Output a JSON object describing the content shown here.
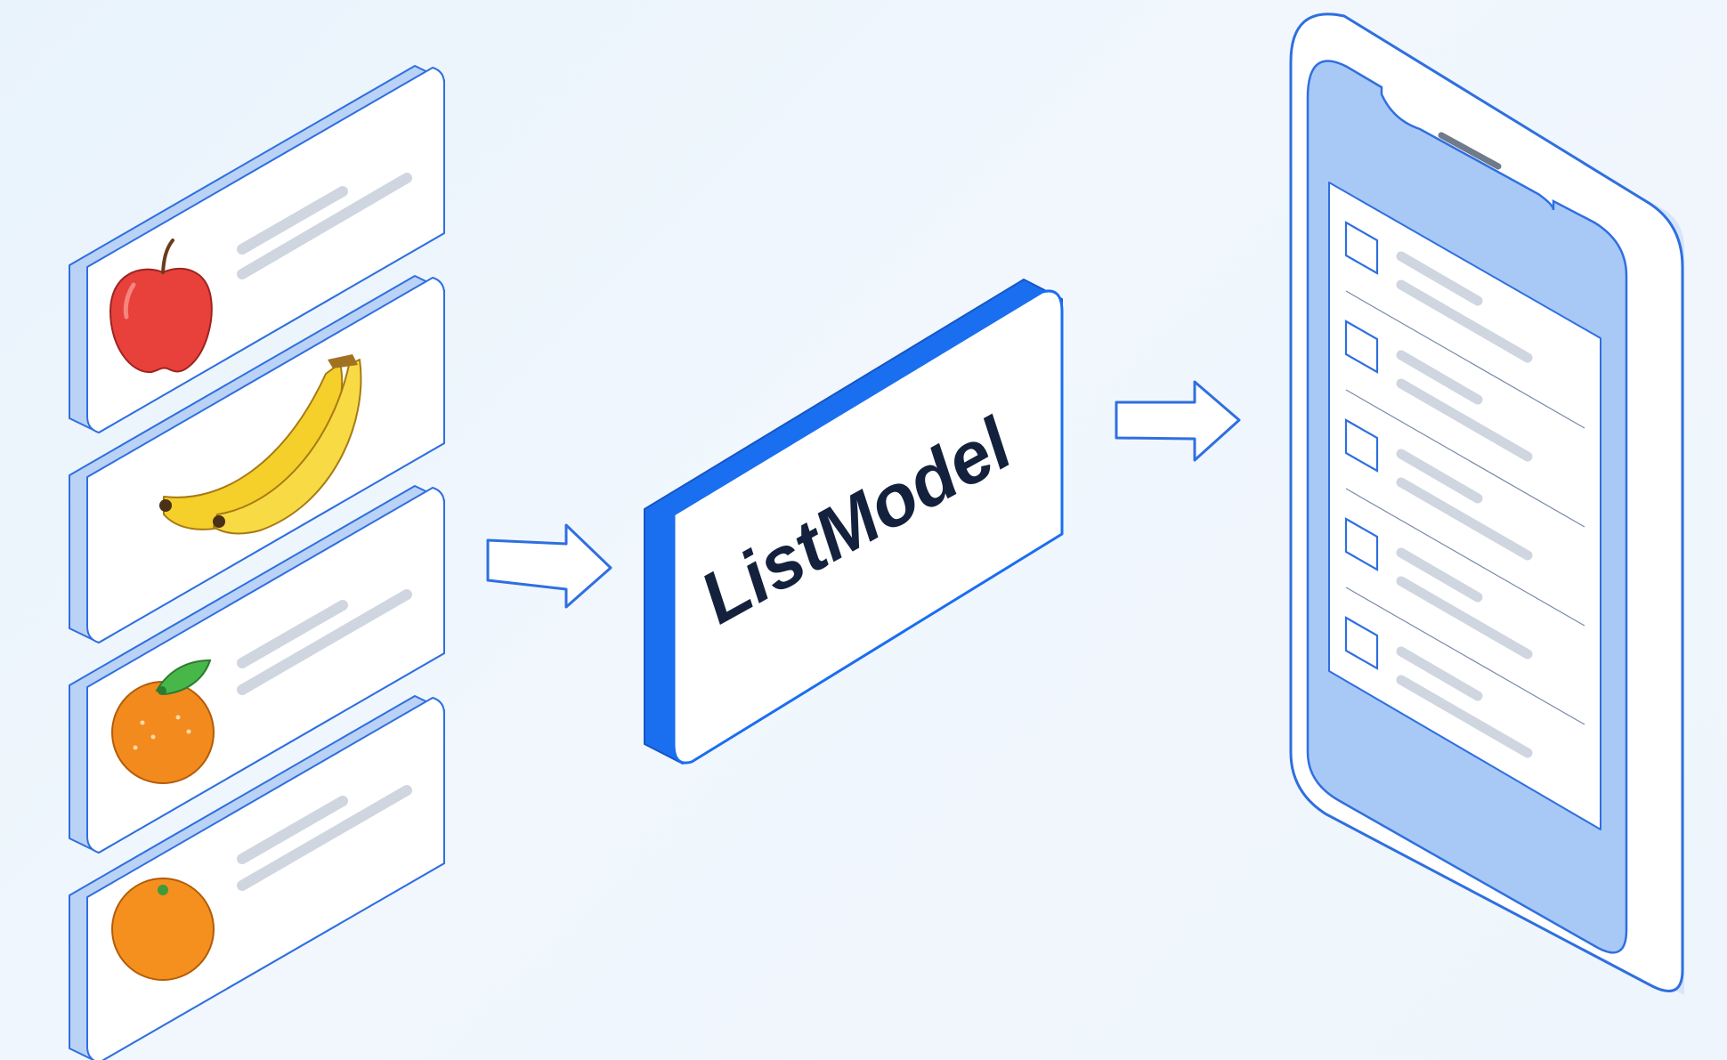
{
  "diagram": {
    "source_items": [
      {
        "fruit": "apple",
        "icon": "apple-icon",
        "color": "#e8403a"
      },
      {
        "fruit": "banana",
        "icon": "banana-icon",
        "color": "#f5cf2a"
      },
      {
        "fruit": "orange",
        "icon": "orange-icon",
        "color": "#f28a1e"
      },
      {
        "fruit": "orange",
        "icon": "orange-icon",
        "color": "#f5901f"
      }
    ],
    "model": {
      "label": "ListModel",
      "accent": "#1a6ef0"
    },
    "phone": {
      "list_rows": 5,
      "screen_color": "#a8c9f6"
    },
    "colors": {
      "outline": "#2f6fe0",
      "placeholder_line": "#cfd6e0",
      "card": "#ffffff"
    }
  }
}
